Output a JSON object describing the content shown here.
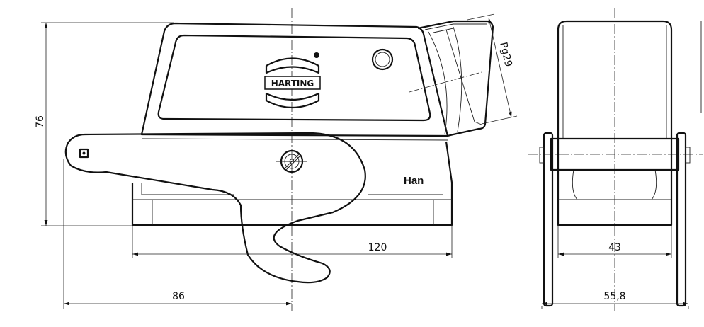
{
  "drawing": {
    "dimensions": {
      "height": "76",
      "base_width": "120",
      "lever_offset": "86",
      "gland_thread": "Pg29",
      "side_body_width": "43",
      "side_total_width": "55,8"
    },
    "logo_text": "HARTING",
    "product_label": "Han"
  }
}
